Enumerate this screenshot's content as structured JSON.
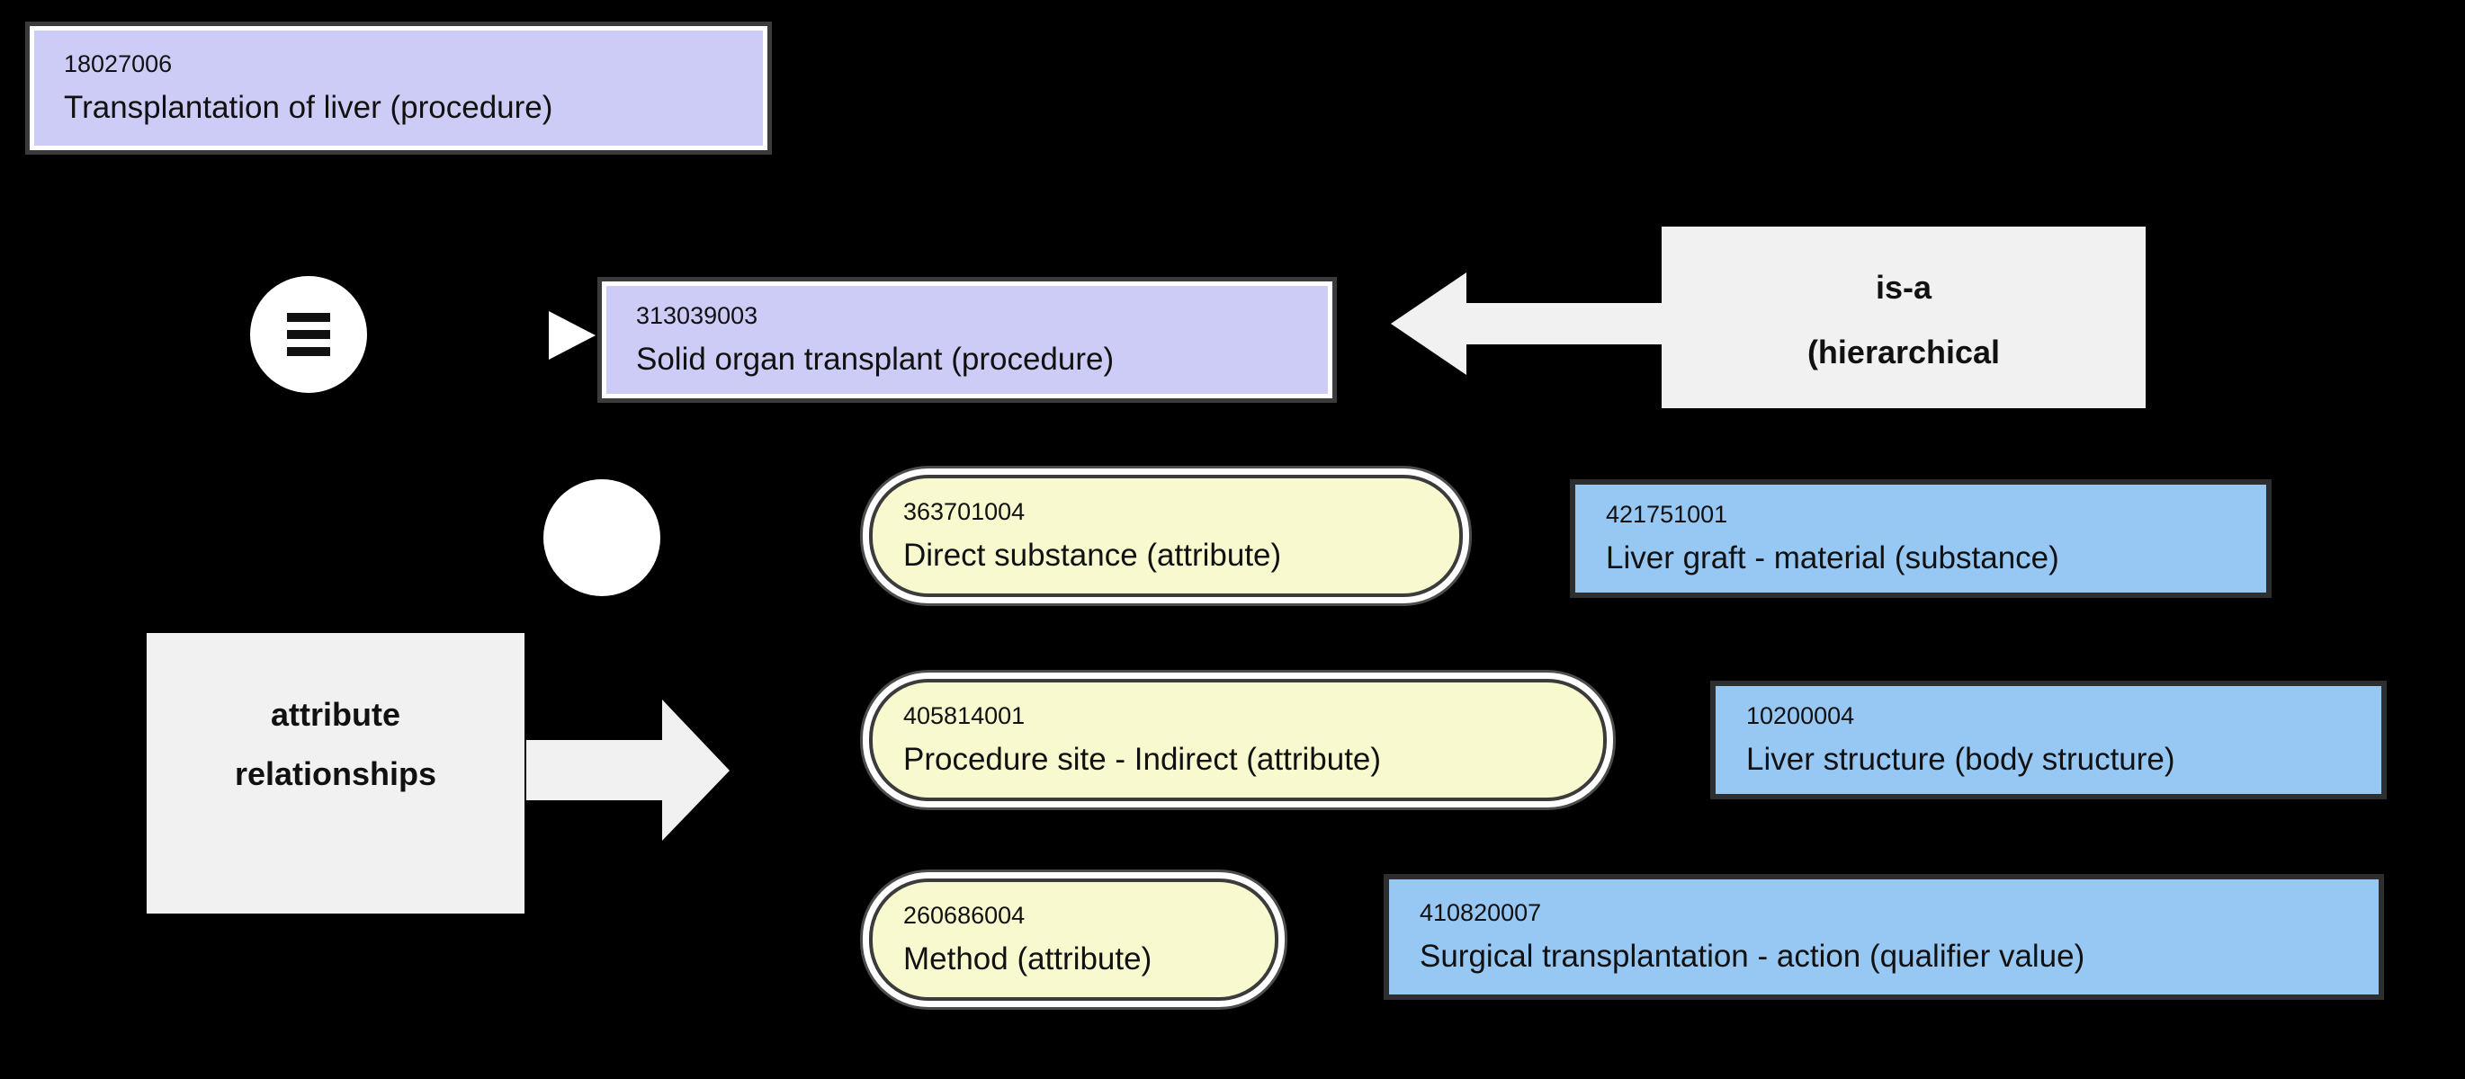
{
  "diagram": {
    "focus_concept": {
      "id": "18027006",
      "label": "Transplantation of liver (procedure)"
    },
    "parent_concept": {
      "id": "313039003",
      "label": "Solid organ transplant (procedure)"
    },
    "isa_label": {
      "line1": "is-a",
      "line2": "(hierarchical"
    },
    "attr_label": {
      "line1": "attribute",
      "line2": "relationships"
    },
    "attributes": [
      {
        "id": "363701004",
        "label": "Direct substance (attribute)"
      },
      {
        "id": "405814001",
        "label": "Procedure site - Indirect (attribute)"
      },
      {
        "id": "260686004",
        "label": "Method (attribute)"
      }
    ],
    "values": [
      {
        "id": "421751001",
        "label": "Liver graft - material (substance)"
      },
      {
        "id": "10200004",
        "label": "Liver structure (body structure)"
      },
      {
        "id": "410820007",
        "label": "Surgical transplantation - action (qualifier value)"
      }
    ],
    "colors": {
      "background": "#000000",
      "purple": "#cdccf7",
      "yellow": "#f9f9cf",
      "blue": "#97c7f3",
      "gray": "#f1f1f1",
      "border-dark": "#3b3b3b",
      "border-darker": "#2e2e2e"
    }
  }
}
